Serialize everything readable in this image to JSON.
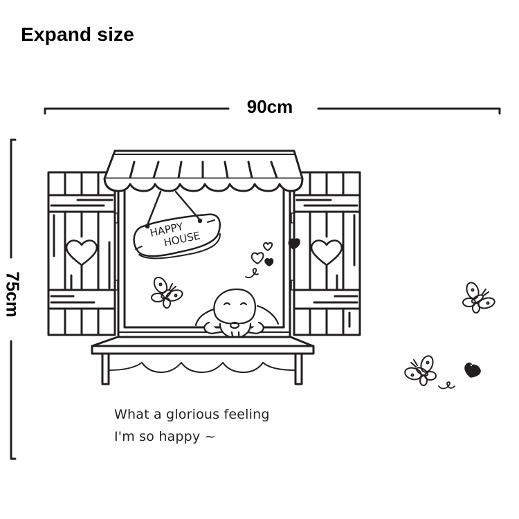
{
  "heading": "Expand size",
  "dimensions": {
    "width_label": "90cm",
    "height_label": "75cm"
  },
  "sticker": {
    "sign_line1": "HAPPY",
    "sign_line2": "HOUSE",
    "caption_line1": "What a glorious feeling",
    "caption_line2": "I'm so happy ~"
  },
  "colors": {
    "ink": "#231f20",
    "background": "#ffffff"
  },
  "icons": [
    "awning",
    "shutter-left",
    "shutter-right",
    "heart-cutout",
    "hanging-sign",
    "butterfly",
    "puppy",
    "heart",
    "window-sill"
  ]
}
